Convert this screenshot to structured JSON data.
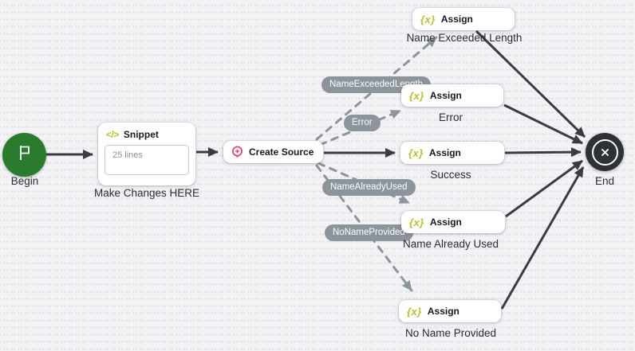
{
  "diagram": {
    "begin": {
      "label": "Begin"
    },
    "snippet": {
      "icon_text": "</>",
      "title": "Snippet",
      "body": "25 lines",
      "caption": "Make Changes HERE"
    },
    "create_source": {
      "title": "Create Source"
    },
    "assign_icon_text": "{x}",
    "assigns": [
      {
        "title": "Assign",
        "caption": "Name Exceeded Length"
      },
      {
        "title": "Assign",
        "caption": "Error"
      },
      {
        "title": "Assign",
        "caption": "Success"
      },
      {
        "title": "Assign",
        "caption": "Name Already Used"
      },
      {
        "title": "Assign",
        "caption": "No Name Provided"
      }
    ],
    "end": {
      "label": "End"
    },
    "edge_labels": [
      {
        "text": "NameExceededLength"
      },
      {
        "text": "Error"
      },
      {
        "text": "NameAlreadyUsed"
      },
      {
        "text": "NoNameProvided"
      }
    ]
  },
  "colors": {
    "canvas_bg": "#f3f3f6",
    "dot": "#dedee5",
    "solid_edge": "#3a3c42",
    "dashed_edge": "#8c949c",
    "pill_bg": "#8c949c",
    "begin_green": "#2a7b2e",
    "end_dark": "#2e3136",
    "accent_yellow_green": "#b8c327",
    "accent_pink": "#e0457b",
    "node_bg": "#ffffff"
  }
}
